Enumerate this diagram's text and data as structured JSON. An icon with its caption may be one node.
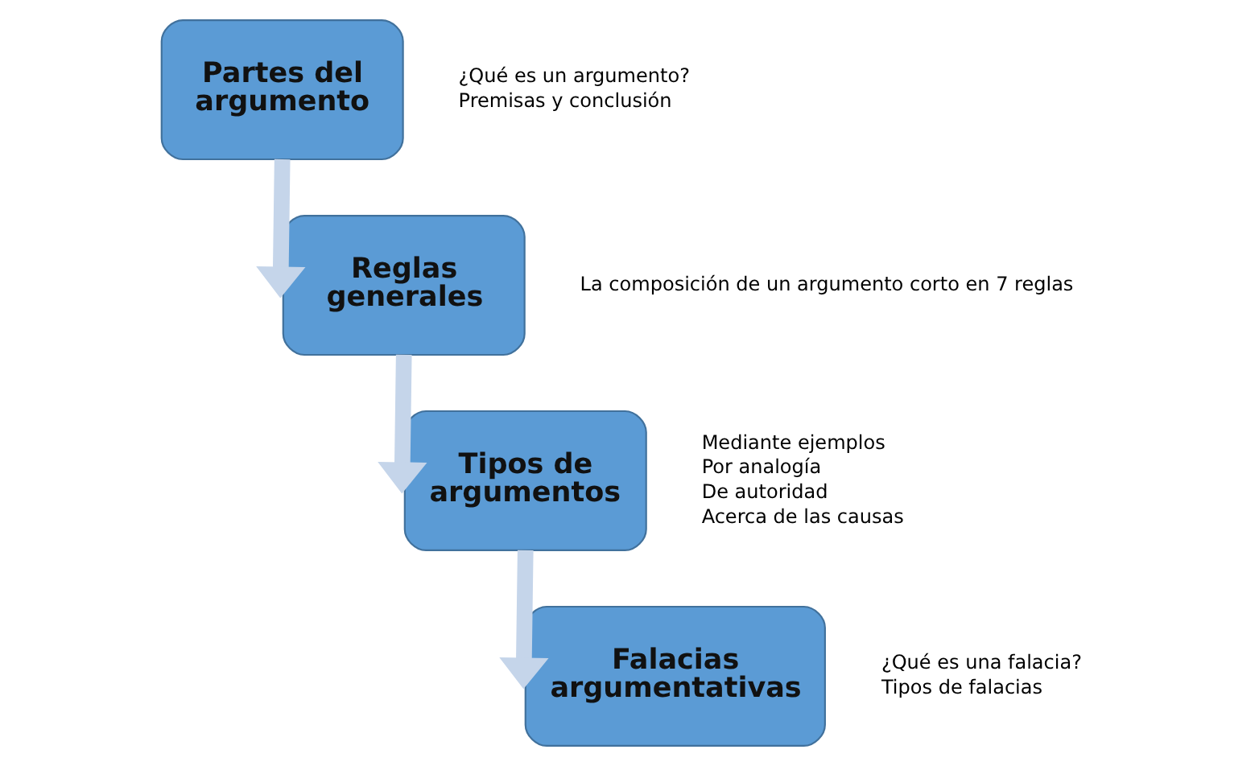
{
  "diagram": {
    "nodes": [
      {
        "text": [
          "Partes del argumento"
        ],
        "beside": [
          "¿Qué es un argumento?",
          "Premisas y conclusión"
        ]
      },
      {
        "text": [
          "Reglas generales"
        ],
        "beside": [
          "La composición de un argumento corto en 7 reglas"
        ]
      },
      {
        "text": [
          "Tipos de argumentos"
        ],
        "beside": [
          "Mediante ejemplos",
          "Por analogía",
          "De autoridad",
          "Acerca de las causas"
        ]
      },
      {
        "text": [
          "Falacias argumentativas"
        ],
        "beside": [
          "¿Qué es una falacia?",
          "Tipos de falacias"
        ]
      }
    ],
    "edges": [
      {
        "from": 0,
        "to": 1,
        "arrow": "to"
      },
      {
        "from": 1,
        "to": 2,
        "arrow": "to"
      },
      {
        "from": 2,
        "to": 3,
        "arrow": "to"
      }
    ]
  }
}
